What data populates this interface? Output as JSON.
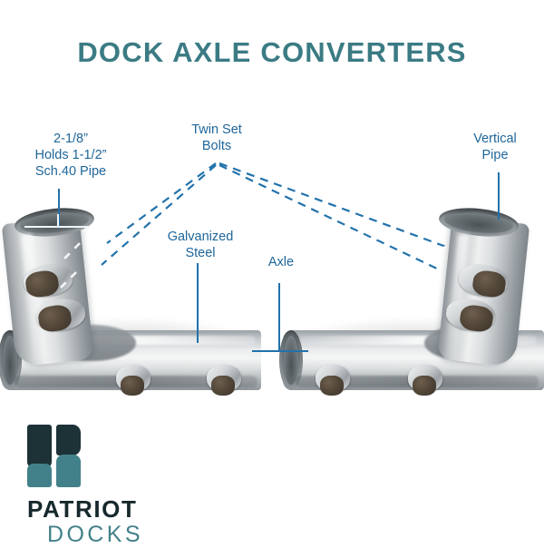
{
  "page": {
    "title": "DOCK AXLE CONVERTERS",
    "background": "#ffffff"
  },
  "colors": {
    "title": "#3b7b84",
    "callout_text": "#1f6699",
    "leader_line": "#2272ab",
    "logo_dark": "#1d3237",
    "logo_teal": "#43818a"
  },
  "callouts": [
    {
      "name": "pipe-spec",
      "text": "2-1/8”\nHolds 1-1/2”\nSch.40 Pipe",
      "lines": [
        "2-1/8”",
        "Holds 1-1/2”",
        "Sch.40 Pipe"
      ]
    },
    {
      "name": "twin-set-bolts",
      "text": "Twin Set\nBolts",
      "lines": [
        "Twin Set",
        "Bolts"
      ]
    },
    {
      "name": "vertical-pipe",
      "text": "Vertical\nPipe",
      "lines": [
        "Vertical",
        "Pipe"
      ]
    },
    {
      "name": "galvanized-steel",
      "text": "Galvanized\nSteel",
      "lines": [
        "Galvanized",
        "Steel"
      ]
    },
    {
      "name": "axle",
      "text": "Axle",
      "lines": [
        "Axle"
      ]
    }
  ],
  "logo": {
    "word_top": "PATRIOT",
    "word_bottom": "DOCKS"
  },
  "product": {
    "left_fitting_alt": "galvanized steel dock axle converter, left-hand orientation",
    "right_fitting_alt": "galvanized steel dock axle converter, right-hand orientation"
  }
}
